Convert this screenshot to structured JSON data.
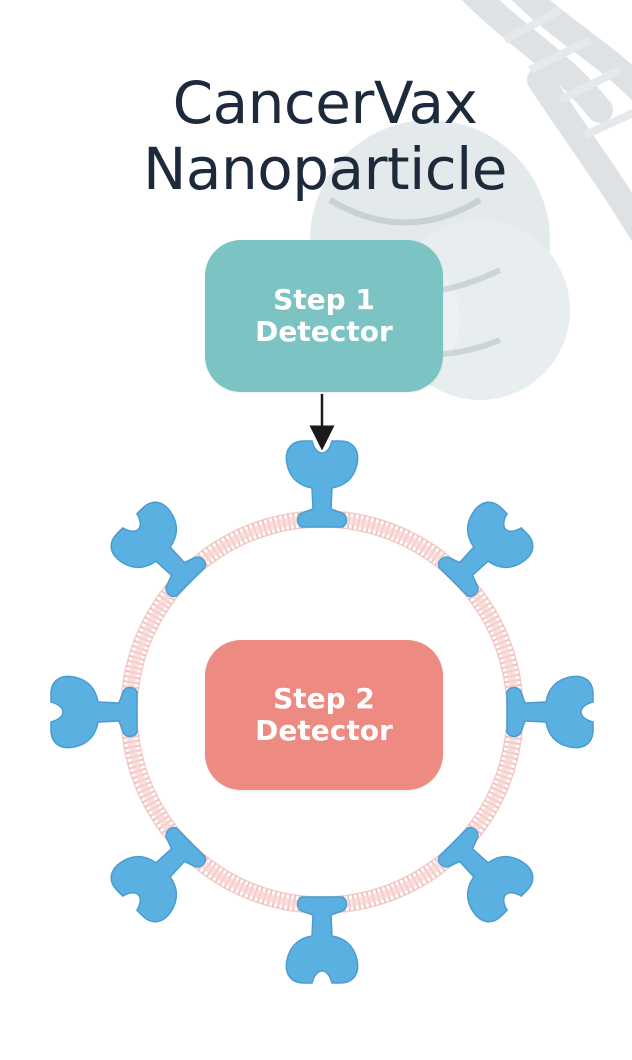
{
  "title": {
    "line1": "CancerVax",
    "line2": "Nanoparticle"
  },
  "step1": {
    "line1": "Step 1",
    "line2": "Detector",
    "color": "#7cc4c4"
  },
  "step2": {
    "line1": "Step 2",
    "line2": "Detector",
    "color": "#ed8a82"
  },
  "colors": {
    "receptor": "#5ab0e0",
    "membrane": "#f2b8b4",
    "arrow": "#1a1a1a",
    "title_text": "#1c2a3c"
  },
  "icons": {
    "receptor": "receptor-icon",
    "membrane": "lipid-membrane-ring",
    "background": "dna-helix-background"
  }
}
